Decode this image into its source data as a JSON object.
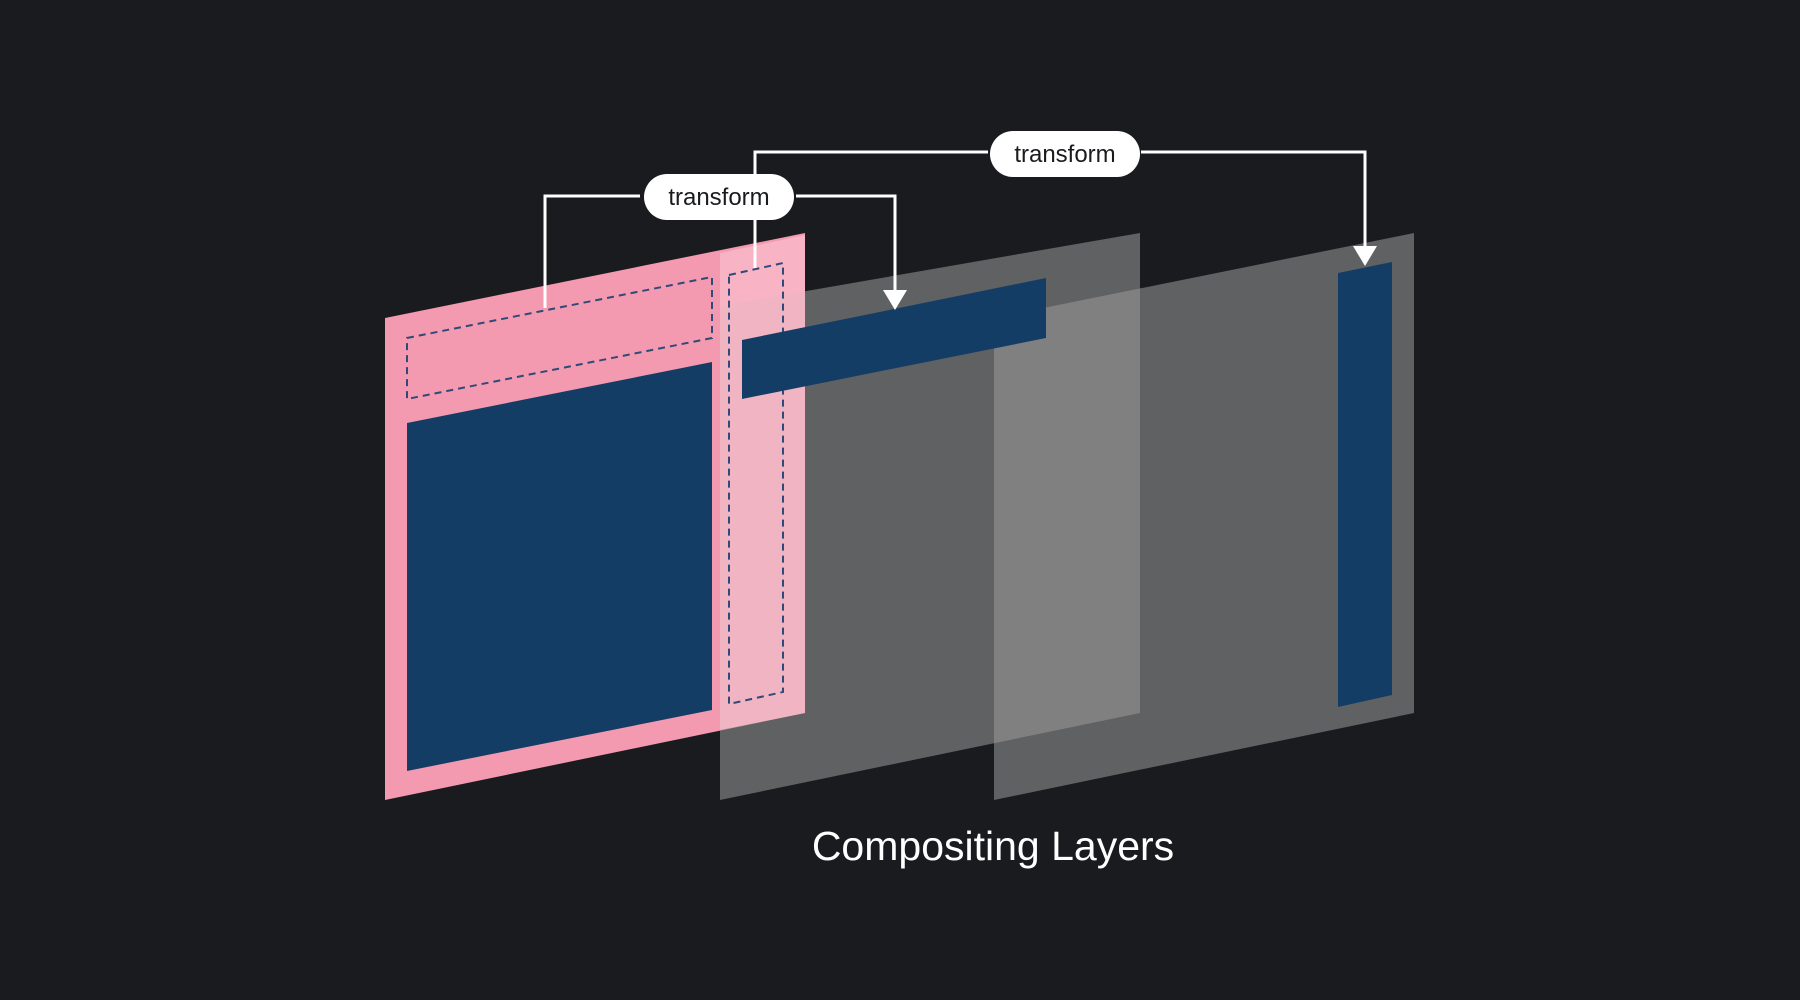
{
  "diagram": {
    "caption": "Compositing Layers",
    "labels": {
      "transform_left": "transform",
      "transform_right": "transform"
    }
  },
  "colors": {
    "background": "#1a1b1e",
    "page_pink": "#f49ab0",
    "overlay_pink": "#f8b9c8",
    "block_navy": "#143d66",
    "layer_gray": "#9a9a9a",
    "connector": "#ffffff",
    "dashed": "#2f4a78"
  }
}
